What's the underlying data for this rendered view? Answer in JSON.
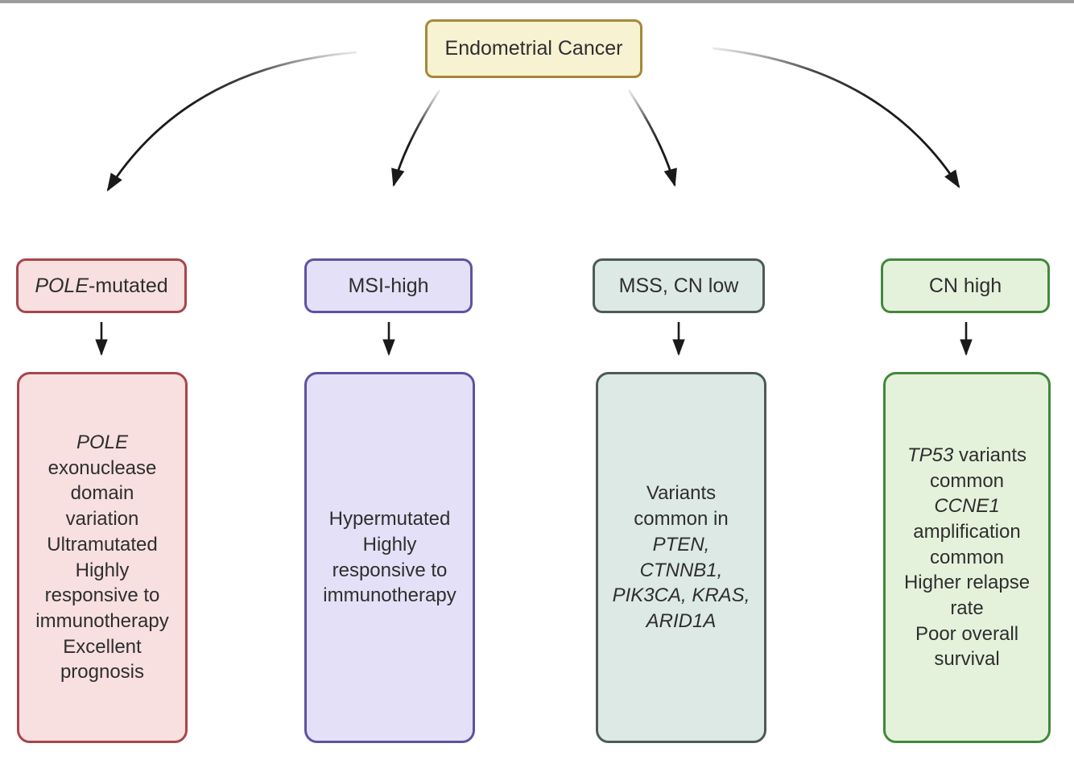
{
  "colors": {
    "background": "#ffffff",
    "top_rule": "#9c9c9c",
    "arrow": "#1a1a1a",
    "text": "#2e2e2e"
  },
  "icons": {
    "curved-arrow-icon": "tapered curved arrow with solid triangular head",
    "arrow-down-icon": "straight downward arrow with triangular head"
  },
  "root": {
    "label": "Endometrial Cancer",
    "fill": "#f6f2d2",
    "border": "#a5893a"
  },
  "branches": [
    {
      "id": "pole-mutated",
      "fill": "#f8dfe0",
      "border": "#a8454c",
      "header_segments": [
        {
          "t": "POLE",
          "i": true
        },
        {
          "t": "-mutated",
          "i": false
        }
      ],
      "detail_segments": [
        {
          "t": "POLE",
          "i": true
        },
        {
          "t": "\nexonuclease\ndomain\nvariation\nUltramutated\nHighly\nresponsive to\nimmunotherapy\nExcellent\nprognosis",
          "i": false
        }
      ]
    },
    {
      "id": "msi-high",
      "fill": "#e4e0f7",
      "border": "#5f51a2",
      "header_segments": [
        {
          "t": "MSI-high",
          "i": false
        }
      ],
      "detail_segments": [
        {
          "t": "Hypermutated\nHighly\nresponsive to\nimmunotherapy",
          "i": false
        }
      ]
    },
    {
      "id": "mss-cn-low",
      "fill": "#dde9e4",
      "border": "#4c5a58",
      "header_segments": [
        {
          "t": "MSS, CN low",
          "i": false
        }
      ],
      "detail_segments": [
        {
          "t": "Variants\ncommon in\n",
          "i": false
        },
        {
          "t": "PTEN,\nCTNNB1,\nPIK3CA, KRAS,\nARID1A",
          "i": true
        }
      ]
    },
    {
      "id": "cn-high",
      "fill": "#e4f2dc",
      "border": "#42883a",
      "header_segments": [
        {
          "t": "CN high",
          "i": false
        }
      ],
      "detail_segments": [
        {
          "t": "TP53",
          "i": true
        },
        {
          "t": " variants\ncommon\n",
          "i": false
        },
        {
          "t": "CCNE1",
          "i": true
        },
        {
          "t": "\namplification\ncommon\nHigher relapse\nrate\nPoor overall\nsurvival",
          "i": false
        }
      ]
    }
  ]
}
